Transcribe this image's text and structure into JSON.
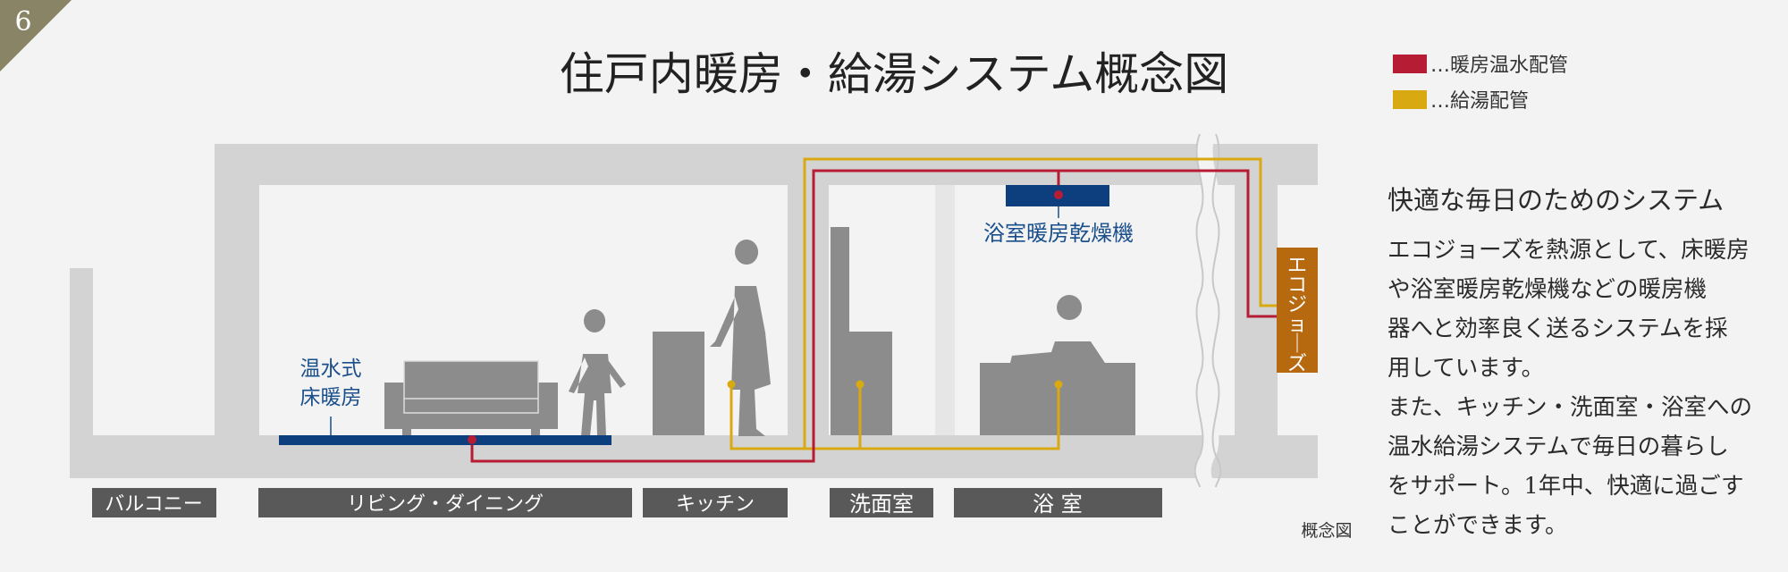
{
  "page_badge": "6",
  "title": "住戸内暖房・給湯システム概念図",
  "legend": [
    {
      "label": "…暖房温水配管",
      "color": "#b71c35"
    },
    {
      "label": "…給湯配管",
      "color": "#d8a910"
    }
  ],
  "labels": {
    "floor_heating": [
      "温水式",
      "床暖房"
    ],
    "bath_dryer": "浴室暖房乾燥機",
    "eco_jozu": "エコジョーズ",
    "concept_note": "概念図"
  },
  "rooms": [
    {
      "label": "バルコニー"
    },
    {
      "label": "リビング・ダイニング"
    },
    {
      "label": "キッチン"
    },
    {
      "label": "洗面室"
    },
    {
      "label": "浴 室"
    }
  ],
  "side": {
    "heading": "快適な毎日のためのシステム",
    "lines": [
      "エコジョーズを熱源として、床暖房",
      "や浴室暖房乾燥機などの暖房機",
      "器へと効率良く送るシステムを採",
      "用しています。",
      "また、キッチン・洗面室・浴室への",
      "温水給湯システムで毎日の暮らし",
      "をサポート。1年中、快適に過ごす",
      "ことができます。"
    ]
  },
  "colors": {
    "heating_pipe": "#b71c35",
    "hot_water_pipe": "#d8a910",
    "floor_heater": "#0d3f7e",
    "eco_unit": "#b7690f",
    "room_label_bg": "#595959",
    "label_blue": "#1a4f8c"
  }
}
